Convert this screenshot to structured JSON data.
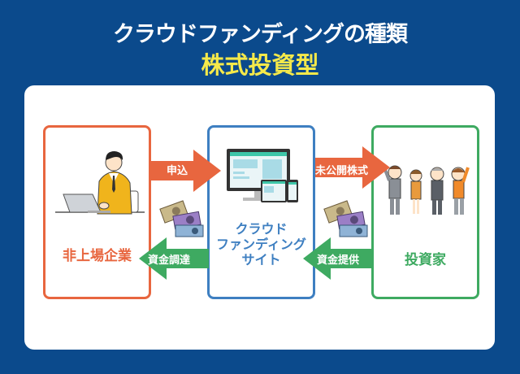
{
  "header": {
    "title": "クラウドファンディングの種類",
    "subtitle": "株式投資型"
  },
  "colors": {
    "background": "#0b4a8c",
    "subtitle": "#f5e94a",
    "company": "#e8663f",
    "platform": "#3e7fc1",
    "investor": "#3eaa61"
  },
  "nodes": {
    "company": {
      "label": "非上場企業",
      "icon": "businessman-laptop-icon"
    },
    "platform": {
      "label_lines": [
        "クラウド",
        "ファンディング",
        "サイト"
      ],
      "icon": "devices-icon"
    },
    "investors": {
      "label": "投資家",
      "icon": "investor-group-icon"
    }
  },
  "flows": {
    "apply": {
      "label": "申込",
      "direction": "company-to-platform"
    },
    "funding": {
      "label": "資金調達",
      "direction": "platform-to-company"
    },
    "shares": {
      "label": "未公開株式",
      "direction": "platform-to-investors"
    },
    "provide": {
      "label": "資金提供",
      "direction": "investors-to-platform"
    }
  }
}
